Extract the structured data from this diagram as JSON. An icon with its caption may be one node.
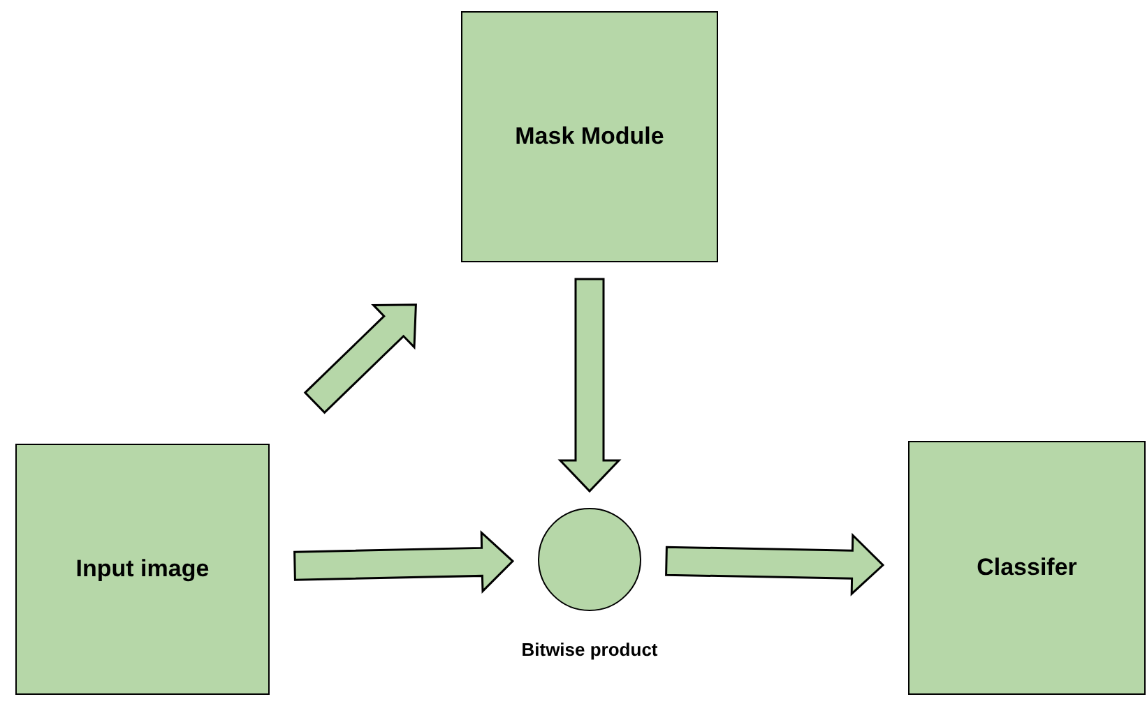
{
  "diagram": {
    "nodes": [
      {
        "text": [
          "Mask Module"
        ]
      },
      {
        "text": [
          "Input image"
        ]
      },
      {
        "text": [],
        "shape": "circle",
        "beside": [
          "Bitwise product"
        ]
      },
      {
        "text": [
          "Classifer"
        ]
      }
    ],
    "edges": [
      {
        "from": 1,
        "to": 0,
        "arrow": "to"
      },
      {
        "from": 0,
        "to": 2,
        "arrow": "to"
      },
      {
        "from": 1,
        "to": 2,
        "arrow": "to"
      },
      {
        "from": 2,
        "to": 3,
        "arrow": "to"
      }
    ]
  }
}
